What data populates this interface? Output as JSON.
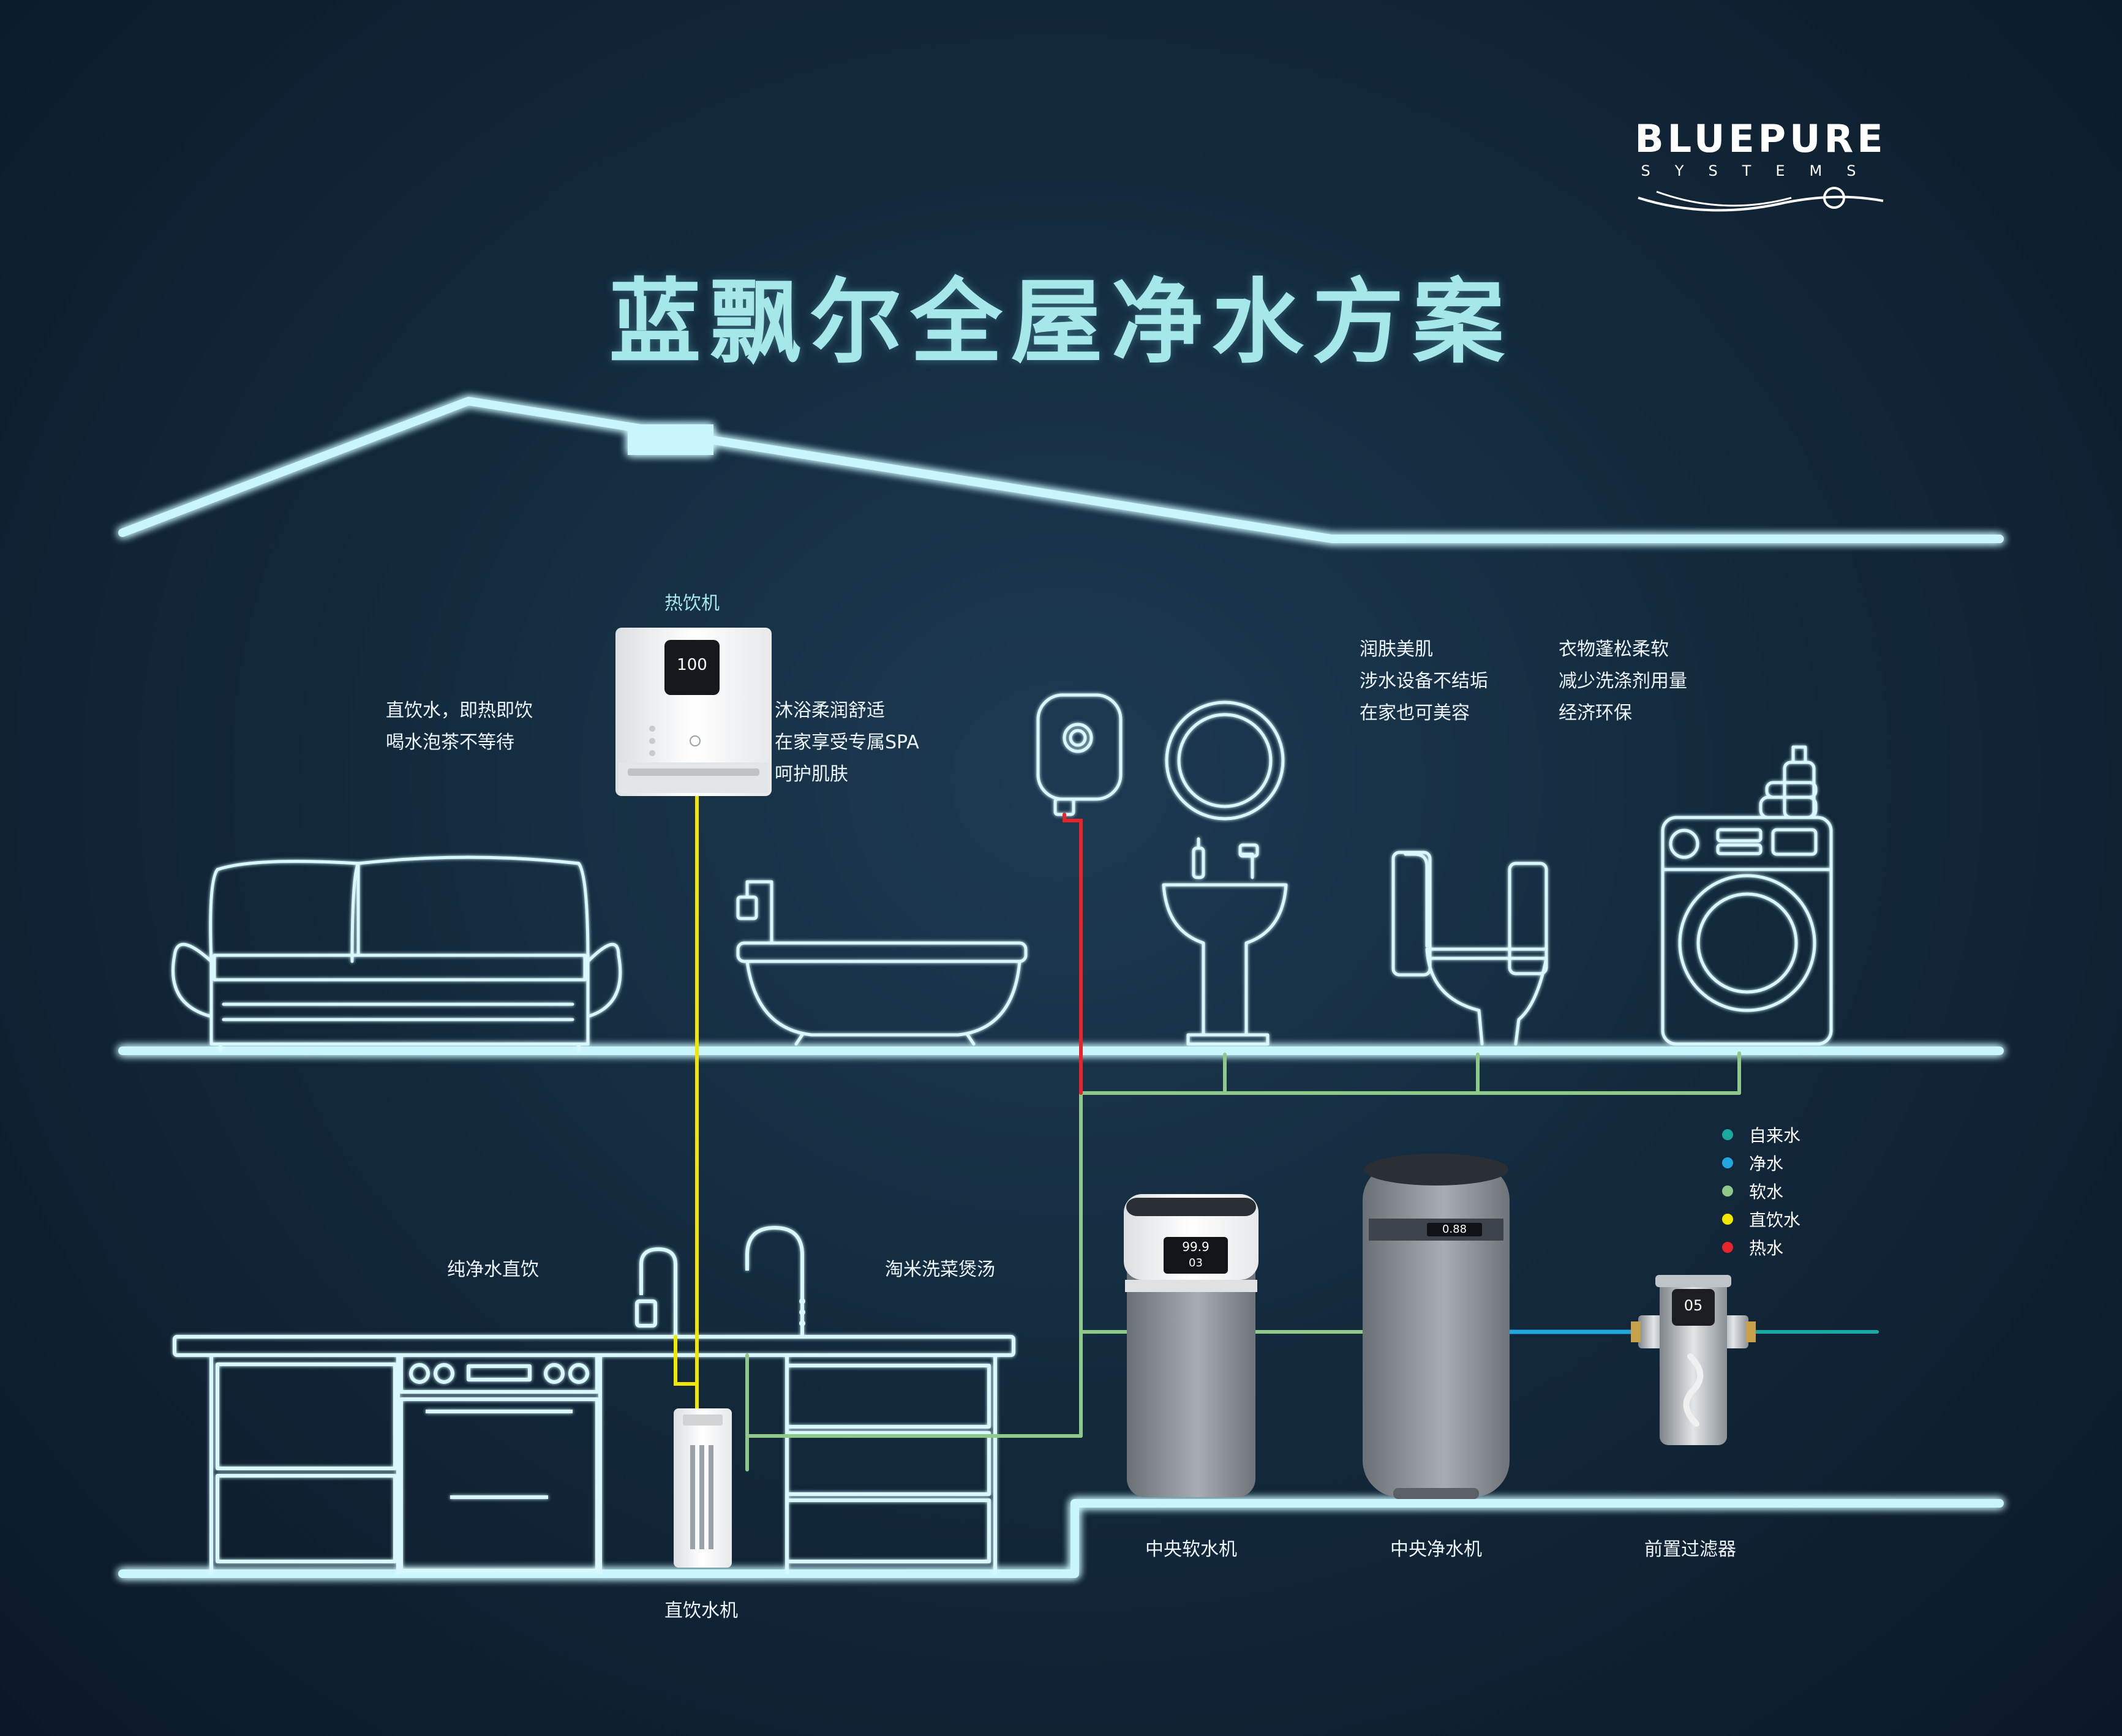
{
  "title": "蓝飘尔全屋净水方案",
  "logo": {
    "brand": "BLUEPURE",
    "sub": "SYSTEMS"
  },
  "devices": {
    "hot_drink_machine": "热饮机",
    "direct_drink_machine": "直饮水机",
    "central_softener": "中央软水机",
    "central_purifier": "中央净水机",
    "pre_filter": "前置过滤器",
    "hot_display": "100",
    "softener_display_1": "99.9",
    "softener_display_2": "03",
    "purifier_display": "0.88",
    "prefilter_display": "05"
  },
  "features": {
    "hot_drink": [
      "直饮水，即热即饮",
      "喝水泡茶不等待"
    ],
    "bath": [
      "沐浴柔润舒适",
      "在家享受专属SPA",
      "呵护肌肤"
    ],
    "toilet": [
      "润肤美肌",
      "涉水设备不结垢",
      "在家也可美容"
    ],
    "laundry": [
      "衣物蓬松柔软",
      "减少洗涤剂用量",
      "经济环保"
    ],
    "kitchen_left": "纯净水直饮",
    "kitchen_right": "淘米洗菜煲汤"
  },
  "legend": [
    {
      "label": "自来水",
      "color": "#1aa8a0"
    },
    {
      "label": "净水",
      "color": "#22a7e0"
    },
    {
      "label": "软水",
      "color": "#8fc98a"
    },
    {
      "label": "直饮水",
      "color": "#f2e600"
    },
    {
      "label": "热水",
      "color": "#e8242b"
    }
  ],
  "colors": {
    "glow": "#bff3fb",
    "tap_water": "#1aa8a0",
    "pure_water": "#22a7e0",
    "soft_water": "#8fc98a",
    "direct_water": "#f2e600",
    "hot_water": "#e8242b"
  }
}
